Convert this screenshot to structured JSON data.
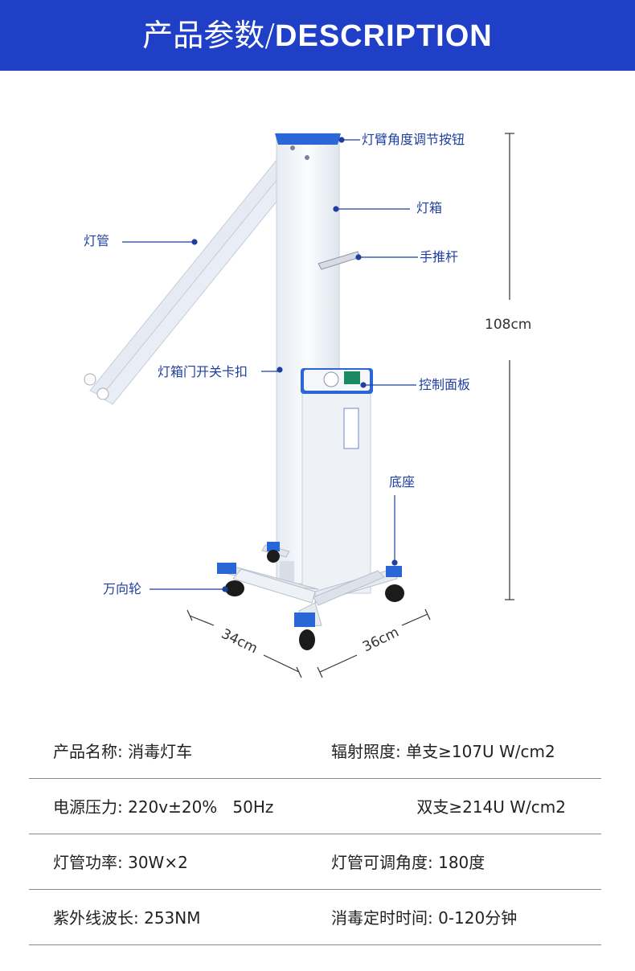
{
  "header": {
    "title_cn": "产品参数/",
    "title_en": "DESCRIPTION"
  },
  "diagram": {
    "labels": {
      "arm_button": "灯臂角度调节按钮",
      "lamp_box": "灯箱",
      "handle": "手推杆",
      "tube": "灯管",
      "door_latch": "灯箱门开关卡扣",
      "control_panel": "控制面板",
      "base": "底座",
      "caster": "万向轮"
    },
    "dimensions": {
      "height": "108cm",
      "depth": "34cm",
      "width": "36cm"
    }
  },
  "specs": [
    {
      "left": "产品名称: 消毒灯车",
      "right": "辐射照度: 单支≥107U W/cm2"
    },
    {
      "left": "电源压力: 220v±20%   50Hz",
      "right": "双支≥214U W/cm2"
    },
    {
      "left": "灯管功率: 30W×2",
      "right": "灯管可调角度: 180度"
    },
    {
      "left": "紫外线波长: 253NM",
      "right": "消毒定时时间: 0-120分钟"
    }
  ],
  "colors": {
    "brand_blue": "#1f3fc7",
    "label_blue": "#1f3fa0",
    "divider": "#8a8a8a"
  }
}
